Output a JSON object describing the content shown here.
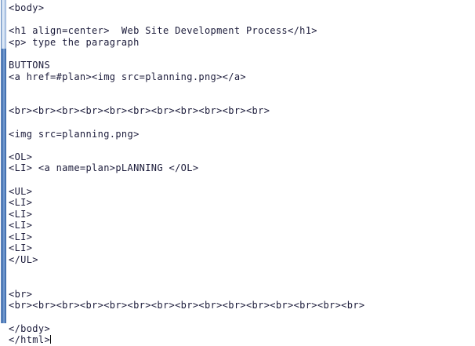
{
  "editor": {
    "kind": "plain-text-code-editor",
    "background_color": "#ffffff",
    "text_color": "#1b1b3a",
    "gutter": {
      "name": "left-scroll-strip",
      "top_segment_color": "#c3d5ec",
      "main_segment_color": "#4f7ab6"
    },
    "caret_visible": true,
    "lines": [
      "<body>",
      "",
      "<h1 align=center>  Web Site Development Process</h1>",
      "<p> type the paragraph",
      "",
      "BUTTONS",
      "<a href=#plan><img src=planning.png></a>",
      "",
      "",
      "<br><br><br><br><br><br><br><br><br><br><br>",
      "",
      "<img src=planning.png>",
      "",
      "<OL>",
      "<LI> <a name=plan>pLANNING </OL>",
      "",
      "<UL>",
      "<LI>",
      "<LI>",
      "<LI>",
      "<LI>",
      "<LI>",
      "</UL>",
      "",
      "",
      "<br>",
      "<br><br><br><br><br><br><br><br><br><br><br><br><br><br><br>",
      "",
      "</body>",
      "</html>"
    ]
  }
}
